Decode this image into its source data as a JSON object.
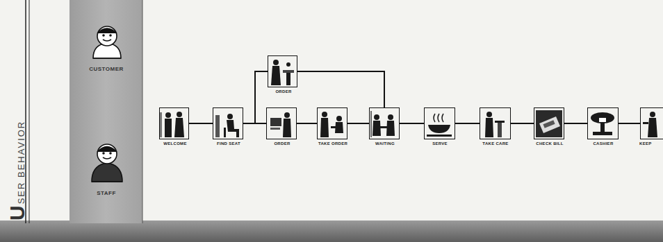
{
  "diagram": {
    "nodes": [
      {
        "text": [
          "WELCOME"
        ]
      },
      {
        "text": [
          "FIND SEAT"
        ]
      },
      {
        "text": [
          "ORDER"
        ]
      },
      {
        "text": [
          "ORDER"
        ]
      },
      {
        "text": [
          "TAKE ORDER"
        ]
      },
      {
        "text": [
          "WAITING"
        ]
      },
      {
        "text": [
          "SERVE"
        ]
      },
      {
        "text": [
          "TAKE CARE"
        ]
      },
      {
        "text": [
          "CHECK BILL"
        ]
      },
      {
        "text": [
          "CASHIER"
        ]
      },
      {
        "text": [
          "KEEP"
        ]
      }
    ],
    "edges": [
      {
        "from": 0,
        "to": 1,
        "arrow": "none"
      },
      {
        "from": 1,
        "to": 3,
        "arrow": "none"
      },
      {
        "from": 1,
        "to": 2,
        "arrow": "none"
      },
      {
        "from": 2,
        "to": 5,
        "arrow": "none"
      },
      {
        "from": 3,
        "to": 4,
        "arrow": "none"
      },
      {
        "from": 4,
        "to": 5,
        "arrow": "none"
      },
      {
        "from": 5,
        "to": 6,
        "arrow": "none"
      },
      {
        "from": 6,
        "to": 7,
        "arrow": "none"
      },
      {
        "from": 7,
        "to": 8,
        "arrow": "none"
      },
      {
        "from": 8,
        "to": 9,
        "arrow": "none"
      },
      {
        "from": 9,
        "to": 10,
        "arrow": "none"
      }
    ],
    "labels": [
      "USER BEHAVIOR",
      "CUSTOMER",
      "STAFF"
    ]
  }
}
